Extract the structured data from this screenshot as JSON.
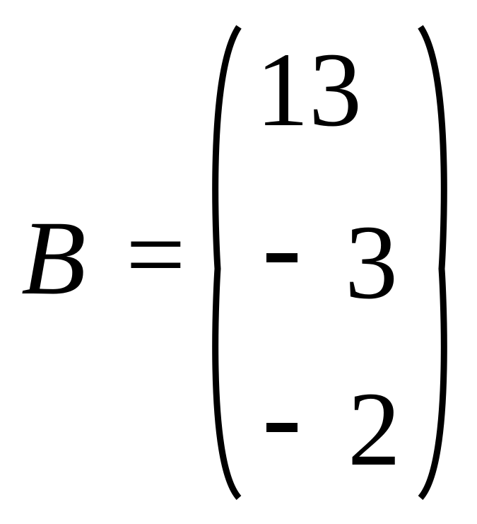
{
  "equation": {
    "variable": "B",
    "equals": "=",
    "entries": [
      {
        "sign": "",
        "value": "13"
      },
      {
        "sign": "-",
        "value": "3"
      },
      {
        "sign": "-",
        "value": "2"
      }
    ]
  }
}
